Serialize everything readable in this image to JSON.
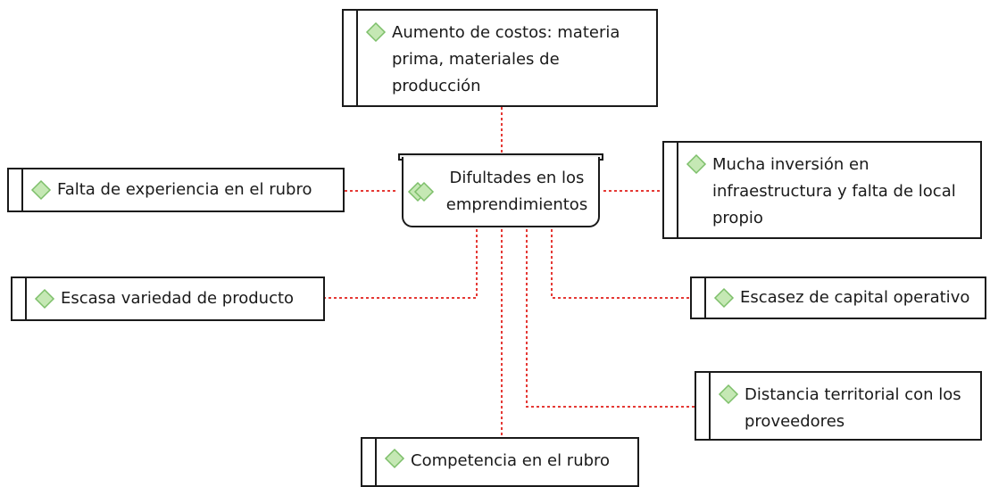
{
  "diagram": {
    "center": {
      "label": "Difultades en los emprendimientos"
    },
    "nodes": {
      "aumento": {
        "label": "Aumento de costos: materia prima, materiales de producción"
      },
      "falta_experiencia": {
        "label": "Falta de experiencia en el rubro"
      },
      "mucha_inversion": {
        "label": "Mucha inversión en infraestructura y falta de local propio"
      },
      "escasa_variedad": {
        "label": "Escasa variedad de producto"
      },
      "escasez_capital": {
        "label": "Escasez de capital operativo"
      },
      "distancia": {
        "label": "Distancia territorial con los proveedores"
      },
      "competencia": {
        "label": "Competencia en el rubro"
      }
    },
    "colors": {
      "connector": "#e53935",
      "diamond_fill": "#c5e8b4",
      "diamond_stroke": "#7dbf6a",
      "border": "#1a1a1a"
    },
    "icons": {
      "node_marker": "green-diamond-icon",
      "center_marker": "double-diamond-icon"
    }
  }
}
